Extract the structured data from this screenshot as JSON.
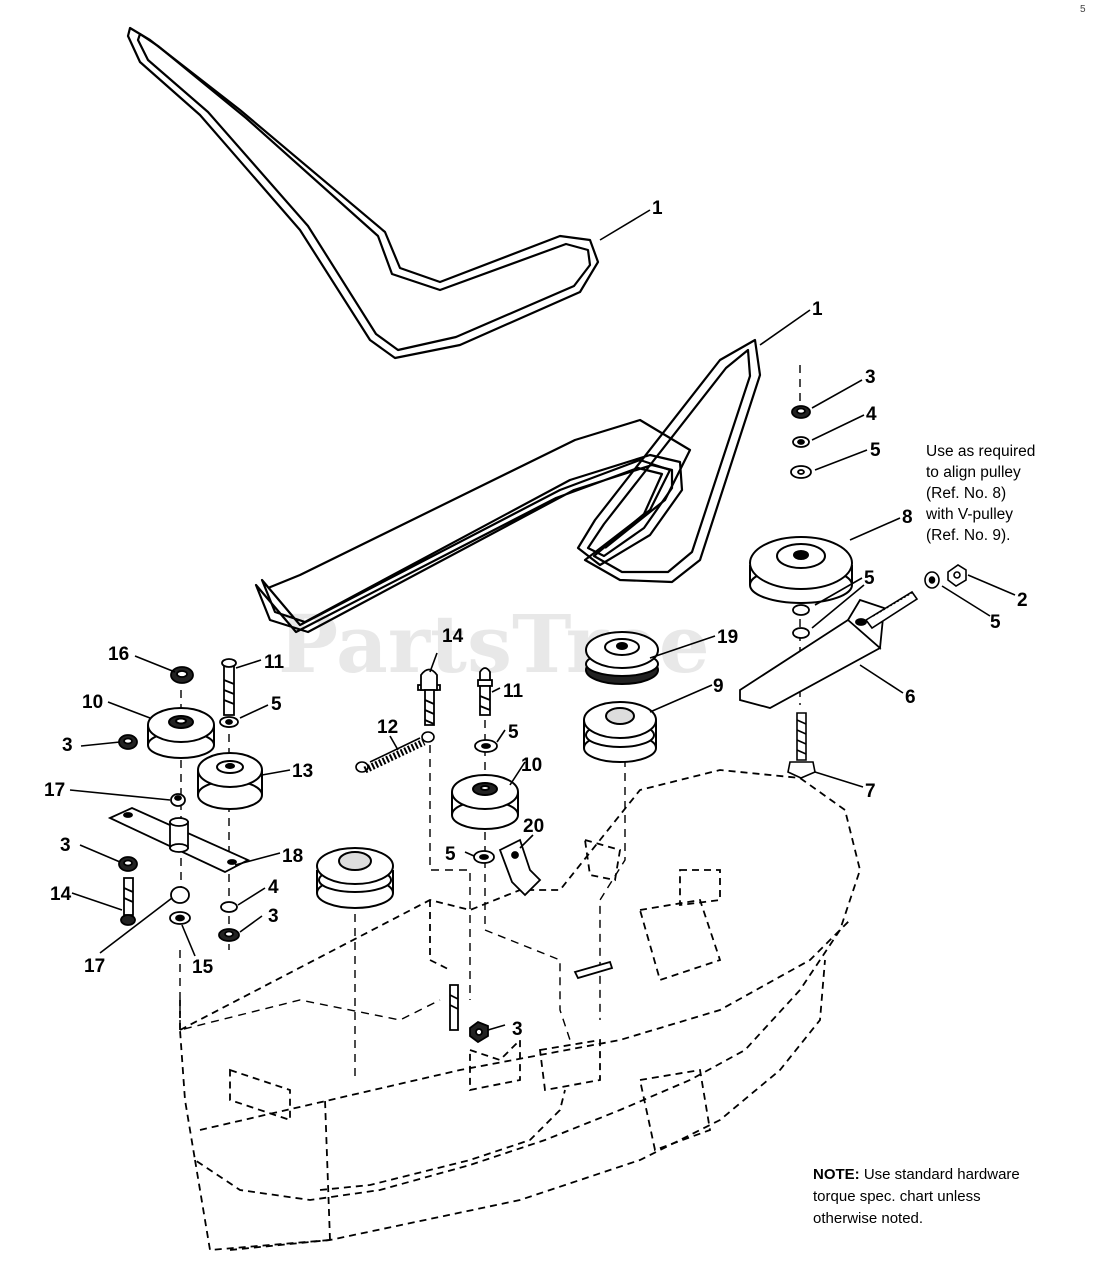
{
  "watermark": "PartsTree",
  "corner_mark": "5",
  "side_note": {
    "lines": [
      "Use as required",
      "to align pulley",
      "(Ref. No. 8)",
      "with V-pulley",
      "(Ref. No. 9)."
    ]
  },
  "bottom_note": {
    "label": "NOTE:",
    "lines": [
      "Use standard hardware",
      "torque spec. chart unless",
      "otherwise noted."
    ]
  },
  "callouts": {
    "belt_top": "1",
    "belt_bottom": "1",
    "nut_top_right": "3",
    "washer_4_right": "4",
    "washer_5_right": "5",
    "pulley_8": "8",
    "washer_5_mid_right": "5",
    "nut_2": "2",
    "washer_5_far_right": "5",
    "bracket_6": "6",
    "bolt_7": "7",
    "pulley_19": "19",
    "pulley_9": "9",
    "nut_16": "16",
    "bolt_11_left": "11",
    "washer_5_left": "5",
    "pulley_10_left": "10",
    "nut_3_left": "3",
    "pulley_13": "13",
    "spacer_17_top": "17",
    "arm_18": "18",
    "nut_3_left_lower": "3",
    "bolt_14_left": "14",
    "washer_4_left": "4",
    "nut_3_left_bottom": "3",
    "spacer_17_bottom": "17",
    "washer_15": "15",
    "bolt_14_center": "14",
    "spring_12": "12",
    "bolt_11_center": "11",
    "washer_5_center": "5",
    "pulley_10_center": "10",
    "washer_5_center_lower": "5",
    "guide_20": "20",
    "nut_3_center": "3"
  }
}
